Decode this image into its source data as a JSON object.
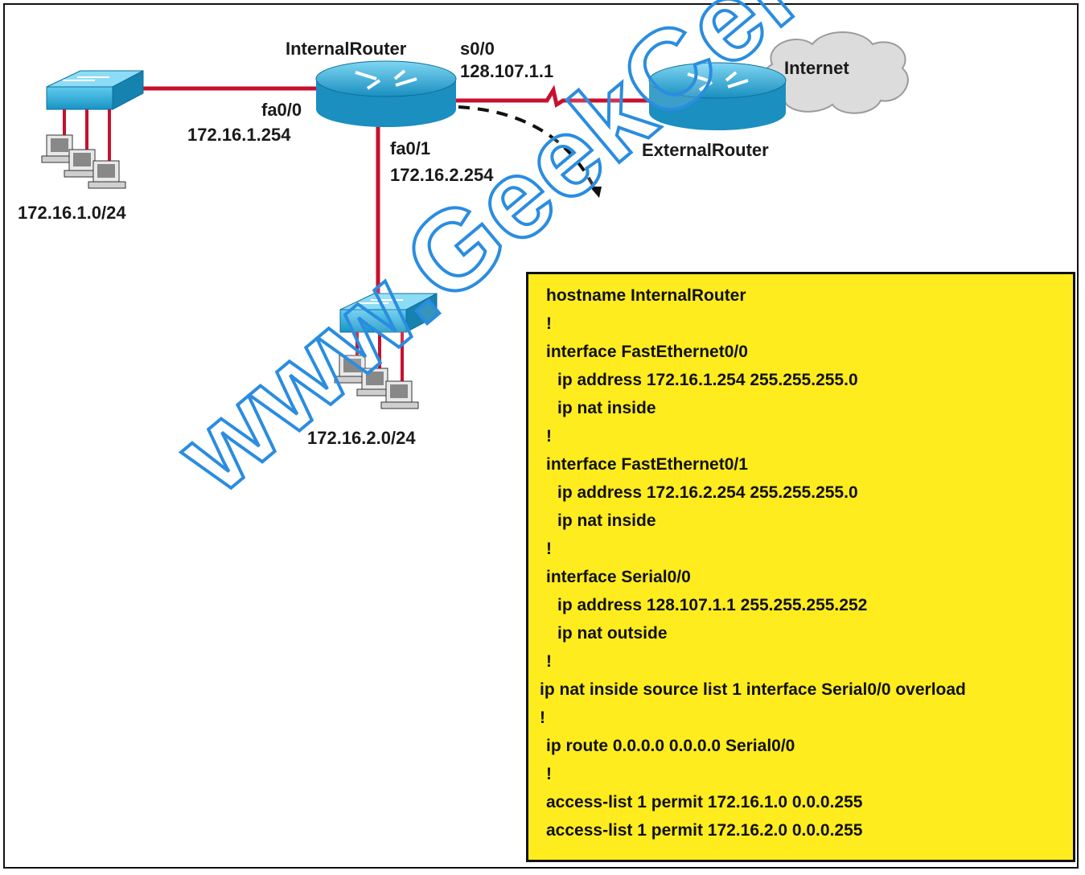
{
  "diagram": {
    "internal_router": {
      "name": "InternalRouter",
      "s00_label": "s0/0",
      "s00_ip": "128.107.1.1",
      "fa00_label": "fa0/0",
      "fa00_ip": "172.16.1.254",
      "fa01_label": "fa0/1",
      "fa01_ip": "172.16.2.254"
    },
    "external_router": {
      "name": "ExternalRouter"
    },
    "cloud": {
      "label": "Internet"
    },
    "lan1": {
      "subnet": "172.16.1.0/24"
    },
    "lan2": {
      "subnet": "172.16.2.0/24"
    },
    "colors": {
      "link": "#c8102e",
      "router": "#1aa9d6",
      "config_bg": "#ffec1f",
      "watermark": "#2a8de0"
    }
  },
  "config": {
    "lines": [
      "hostname InternalRouter",
      "!",
      "interface FastEthernet0/0",
      "ip address 172.16.1.254 255.255.255.0",
      "ip nat inside",
      "!",
      "interface FastEthernet0/1",
      "ip address 172.16.2.254 255.255.255.0",
      "ip nat inside",
      "!",
      "interface Serial0/0",
      "ip address 128.107.1.1 255.255.255.252",
      "ip nat outside",
      "!",
      "ip nat inside source list 1 interface Serial0/0 overload",
      "!",
      "ip route 0.0.0.0 0.0.0.0 Serial0/0",
      "!",
      "access-list 1 permit 172.16.1.0 0.0.0.255",
      "access-list 1 permit 172.16.2.0 0.0.0.255"
    ]
  },
  "watermark": {
    "text": "www.GeekCert.com"
  }
}
